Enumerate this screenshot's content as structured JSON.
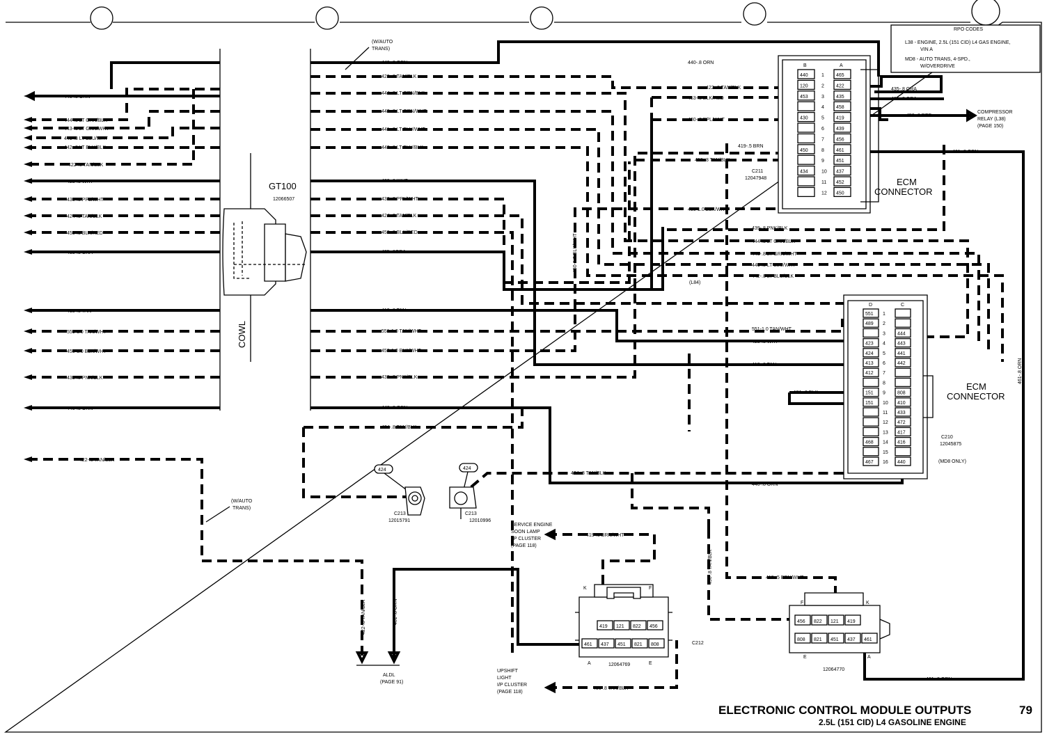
{
  "title": "ELECTRONIC CONTROL MODULE OUTPUTS",
  "page_number": "79",
  "subtitle": "2.5L (151 CID) L4 GASOLINE ENGINE",
  "rpo": {
    "header": "RPO CODES",
    "line1": "L38 - ENGINE, 2.5L (151 CID) L4 GAS ENGINE,",
    "line2": "VIN A",
    "line3": "MD8 - AUTO TRANS, 4-SPD.,",
    "line4": "W/OVERDRIVE"
  },
  "gt100": {
    "name": "GT100",
    "part": "12066507"
  },
  "cowl": "COWL",
  "wauto_top": {
    "l1": "(W/AUTO",
    "l2": "TRANS)"
  },
  "wauto_left": {
    "l1": "(W/AUTO",
    "l2": "TRANS)"
  },
  "left_wires": [
    "440-.8 ORN",
    "444-.8 LT GRN/BLK",
    "443-.8 LT GRN/WHT",
    "441-.8 LT BLU/WHT",
    "442-.8 LT BLU/BLK",
    "422-.8 TAN/BLK",
    "423-.8 WHT",
    "430-.8 PPL/WHT",
    "424-.8 TAN/BLK",
    "453-.8 BLK/RED",
    "435-.8 GRA",
    "413-.8 TAN",
    "551-1.0 TAN/WHT",
    "450-1.0 BLK/WHT",
    "439-.8 PNK/BLK",
    "440-.8 ORN",
    "422-.8 TAN/BLK"
  ],
  "center_wires": [
    "440-.8 ORN",
    "422-.8 TAN/BLK",
    "444-.8 LT GRN/BLK",
    "443-.8 LT GRN/WHT",
    "441-.8 LT BLU/WHT",
    "442-.8 LT BLU/BLK",
    "423-.8 WHT",
    "430-.8 PPL/WHT",
    "424-.8 TAN/BLK",
    "453-.8 BLK/RED",
    "435-.8GRA",
    "413-.8 TAN",
    "551-1.0 TAN/WHT",
    "450-1.0 BLK/WHT",
    "439-.8 PNK/BLK",
    "440-.8 ORN",
    "424-.8 TAN/BLK"
  ],
  "upper_wires": {
    "w440": "440-.8 ORN",
    "w422": "422-.8 TAN/BLK",
    "w453": "453-.8 BLK/RED",
    "w430": "430-.8 PPL/WHT",
    "w419": "419-.5 BRN",
    "w456": "456-.8 TAN/BLK",
    "w450": "450-1.0 BLK/WHT",
    "w439": "439-.8 PNK/BLK",
    "w444": "444-.8 LT GRN/BLK",
    "w443": "443-.8 LT GRN/WHT",
    "w441": "441-.8 LT BLU/WHT",
    "w442": "442-.8 LT BLU/BLK",
    "l84": "(L84)",
    "vert450": "450-1.0 BLK/WHT"
  },
  "right_wires": {
    "w435a": "435-.8 GRA",
    "w435b": "435-.8 GRA",
    "w458": "458-.8 RED",
    "w461": "461-.8 ORN",
    "compressor1": "COMPRESSOR",
    "compressor2": "RELAY (L38)",
    "compressor3": "(PAGE 150)",
    "vert461": "461-.8 ORN",
    "w461b": "461-.8 ORN"
  },
  "mid_wires": {
    "w551": "551-1.0 TAN/WHT",
    "w423": "423-.8 WHT",
    "w413": "413-.8 TAN",
    "w151": "151-.8 BLK",
    "w424": "424-.8 TAN/BLK",
    "w440": "440-.8 ORN"
  },
  "c211": {
    "name": "C211",
    "part": "12047948",
    "label1": "ECM",
    "label2": "CONNECTOR",
    "col_b": "B",
    "col_a": "A",
    "rows": [
      {
        "n": "1",
        "b": "440",
        "a": "465"
      },
      {
        "n": "2",
        "b": "120",
        "a": "422"
      },
      {
        "n": "3",
        "b": "453",
        "a": "435"
      },
      {
        "n": "4",
        "b": "",
        "a": "458"
      },
      {
        "n": "5",
        "b": "430",
        "a": "419"
      },
      {
        "n": "6",
        "b": "",
        "a": "439"
      },
      {
        "n": "7",
        "b": "",
        "a": "456"
      },
      {
        "n": "8",
        "b": "450",
        "a": "461"
      },
      {
        "n": "9",
        "b": "",
        "a": "451"
      },
      {
        "n": "10",
        "b": "434",
        "a": "437"
      },
      {
        "n": "11",
        "b": "",
        "a": "452"
      },
      {
        "n": "12",
        "b": "",
        "a": "450"
      }
    ]
  },
  "c210": {
    "name": "C210",
    "part": "12045875",
    "note": "(MD8 ONLY)",
    "label1": "ECM",
    "label2": "CONNECTOR",
    "col_d": "D",
    "col_c": "C",
    "rows": [
      {
        "n": "1",
        "d": "551",
        "c": ""
      },
      {
        "n": "2",
        "d": "489",
        "c": ""
      },
      {
        "n": "3",
        "d": "",
        "c": "444"
      },
      {
        "n": "4",
        "d": "423",
        "c": "443"
      },
      {
        "n": "5",
        "d": "424",
        "c": "441"
      },
      {
        "n": "6",
        "d": "413",
        "c": "442"
      },
      {
        "n": "7",
        "d": "412",
        "c": ""
      },
      {
        "n": "8",
        "d": "",
        "c": ""
      },
      {
        "n": "9",
        "d": "151",
        "c": "808"
      },
      {
        "n": "10",
        "d": "151",
        "c": "410"
      },
      {
        "n": "11",
        "d": "",
        "c": "433"
      },
      {
        "n": "12",
        "d": "",
        "c": "472"
      },
      {
        "n": "13",
        "d": "",
        "c": "417"
      },
      {
        "n": "14",
        "d": "468",
        "c": "416"
      },
      {
        "n": "15",
        "d": "",
        "c": ""
      },
      {
        "n": "16",
        "d": "467",
        "c": "440"
      }
    ]
  },
  "c213a": {
    "name": "C213",
    "part": "12015791",
    "pin": "424"
  },
  "c213b": {
    "name": "C213",
    "part": "12010996",
    "pin": "424"
  },
  "ses": {
    "l1": "SERVICE ENGINE",
    "l2": "SOON LAMP",
    "l3": "I/P CLUSTER",
    "l4": "(PAGE 118)",
    "wire": "419-.5 BRN/WHT"
  },
  "upshift": {
    "l1": "UPSHIFT",
    "l2": "LIGHT",
    "l3": "I/P CLUSTER",
    "l4": "(PAGE 118)",
    "wire": "456-.8 TAN/BLK"
  },
  "aldl": {
    "l1": "ALDL",
    "l2": "(PAGE 91)",
    "w422": "422-.8 TAN/BLK",
    "w461": "461-.8 ORN"
  },
  "c212": {
    "name": "C212",
    "part": "12064769",
    "k": "K",
    "f": "F",
    "a": "A",
    "e": "E",
    "top": [
      "419",
      "121",
      "822",
      "456"
    ],
    "bot": [
      "461",
      "437",
      "451",
      "821",
      "808"
    ]
  },
  "c212b": {
    "part": "12064770",
    "k": "K",
    "f": "F",
    "a": "A",
    "e": "E",
    "wire": "419-.5 BRN/WHT",
    "vwire": "456-.8 TAN/BLK",
    "top": [
      "456",
      "822",
      "121",
      "419"
    ],
    "bot": [
      "808",
      "821",
      "451",
      "437",
      "461"
    ]
  }
}
